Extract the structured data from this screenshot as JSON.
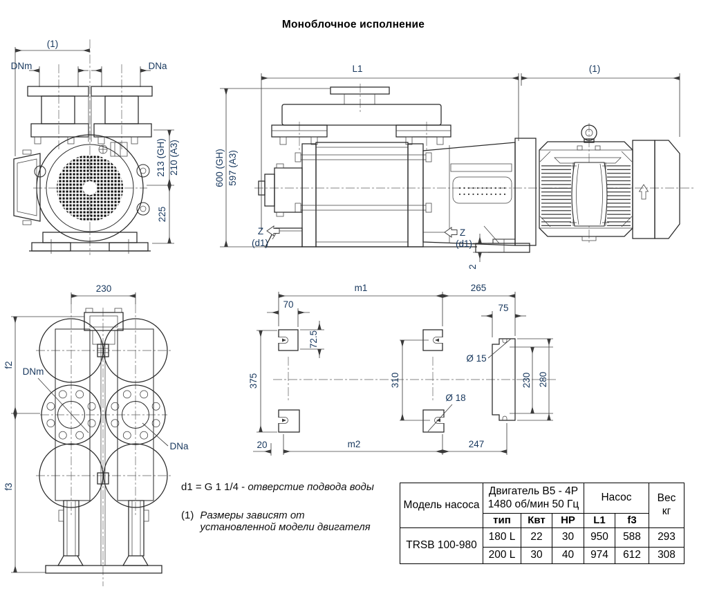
{
  "title": "Моноблочное исполнение",
  "front_view": {
    "dim1": "(1)",
    "dnm": "DNm",
    "dna": "DNa",
    "h_top_1": "213 (GH)",
    "h_top_2": "210 (A3)",
    "h_bottom": "225"
  },
  "side_view": {
    "l1": "L1",
    "dim1": "(1)",
    "h1": "600 (GH)",
    "h2": "597 (A3)",
    "z_left": "Z",
    "z_left_d": "(d1)",
    "z_right": "Z",
    "z_right_d": "(d1)",
    "gap": "2"
  },
  "top_view": {
    "w230": "230",
    "f2": "f2",
    "f3": "f3",
    "dnm": "DNm",
    "dna": "DNa"
  },
  "plan_view": {
    "m1": "m1",
    "d265": "265",
    "d70": "70",
    "d75": "75",
    "d72_5": "72.5",
    "d375": "375",
    "d310": "310",
    "dia15": "Ø 15",
    "dia18": "Ø 18",
    "d230": "230",
    "d280": "280",
    "d20": "20",
    "m2": "m2",
    "d247": "247"
  },
  "notes": {
    "d1_prefix": "d1 = G 1 1/4 -",
    "d1_text": "отверстие подвода воды",
    "n1_num": "(1)",
    "n1_line1": "Размеры зависят от",
    "n1_line2": "установленной модели двигателя"
  },
  "table": {
    "model_header": "Модель насоса",
    "motor_header_line1": "Двигатель B5 - 4P",
    "motor_header_line2": "1480 об/мин 50 Гц",
    "pump_header": "Насос",
    "weight_line1": "Вес",
    "weight_line2": "кг",
    "col_tip": "тип",
    "col_kvt": "Квт",
    "col_hp": "HP",
    "col_l1": "L1",
    "col_f3": "f3",
    "model": "TRSB 100-980",
    "rows": [
      {
        "tip": "180 L",
        "kvt": "22",
        "hp": "30",
        "l1": "950",
        "f3": "588",
        "w": "293"
      },
      {
        "tip": "200 L",
        "kvt": "30",
        "hp": "40",
        "l1": "974",
        "f3": "612",
        "w": "308"
      }
    ]
  }
}
